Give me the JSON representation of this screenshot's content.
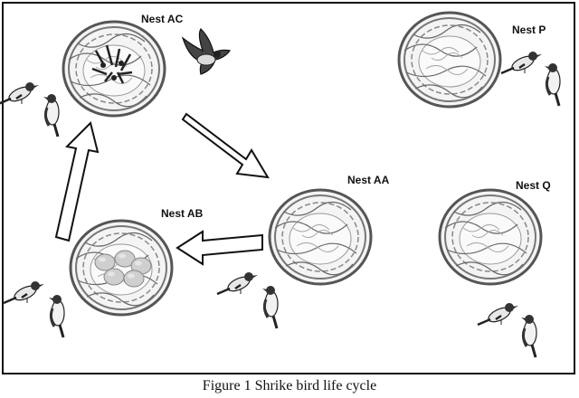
{
  "caption": "Figure 1 Shrike bird life cycle",
  "nests": [
    {
      "id": "AC",
      "label": "Nest AC",
      "content": "hatchlings"
    },
    {
      "id": "P",
      "label": "Nest P",
      "content": "empty"
    },
    {
      "id": "AA",
      "label": "Nest AA",
      "content": "empty"
    },
    {
      "id": "AB",
      "label": "Nest AB",
      "content": "eggs"
    },
    {
      "id": "Q",
      "label": "Nest Q",
      "content": "empty"
    }
  ],
  "cycle": [
    "AC",
    "AA",
    "AB",
    "AC"
  ],
  "colors": {
    "line": "#111111",
    "nest": "#6a6a6a",
    "egg": "#d0d0d0",
    "bird_dark": "#2a2a2a"
  },
  "icons": [
    "bird-pair-icon",
    "flying-bird-icon",
    "nest-icon",
    "egg-icon",
    "arrow-icon"
  ]
}
